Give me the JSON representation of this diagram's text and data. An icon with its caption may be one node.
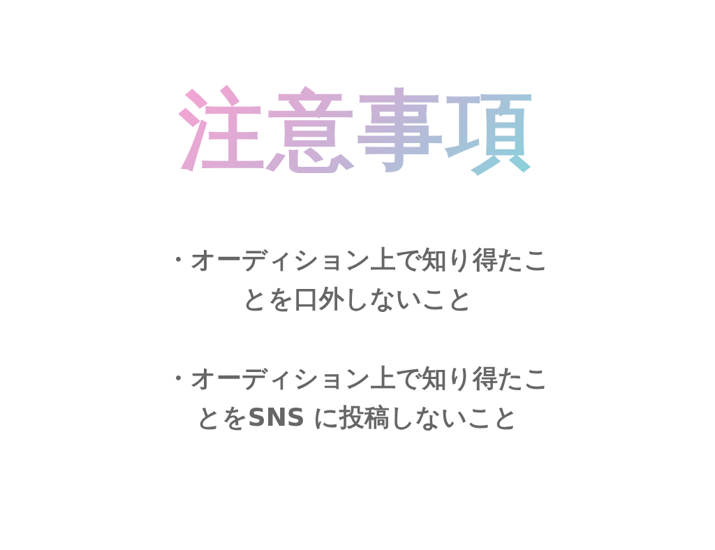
{
  "diagram": {
    "title": "注意事項",
    "labels": [
      "・オーディション上で知り得たことを口外しないこと",
      "・オーディション上で知り得たことをSNS に投稿しないこと"
    ]
  }
}
